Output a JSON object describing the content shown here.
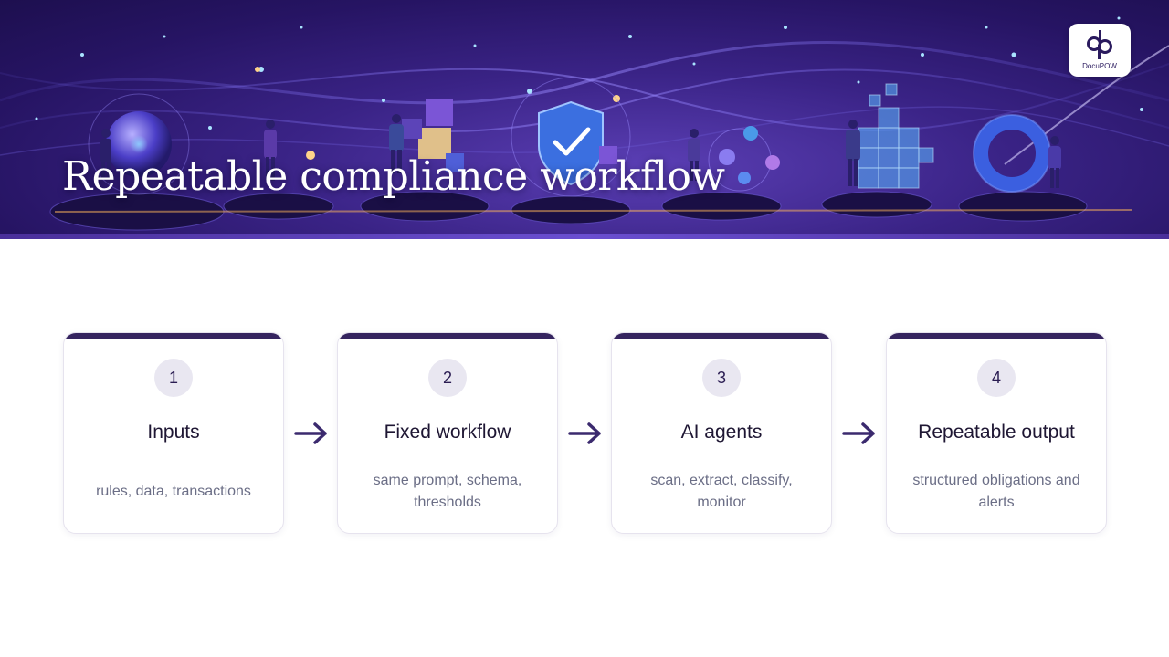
{
  "header": {
    "title": "Repeatable compliance workflow",
    "logo_text": "DocuPOW"
  },
  "steps": [
    {
      "number": "1",
      "title": "Inputs",
      "description": "rules, data, transactions"
    },
    {
      "number": "2",
      "title": "Fixed workflow",
      "description": "same prompt, schema, thresholds"
    },
    {
      "number": "3",
      "title": "AI agents",
      "description": "scan, extract, classify, monitor"
    },
    {
      "number": "4",
      "title": "Repeatable output",
      "description": "structured obligations and alerts"
    }
  ],
  "colors": {
    "accent": "#35245f",
    "arrow": "#3b2a6e",
    "banner": "#2e1a6e"
  },
  "icons": [
    "docupow-logo",
    "arrow-right-icon"
  ]
}
